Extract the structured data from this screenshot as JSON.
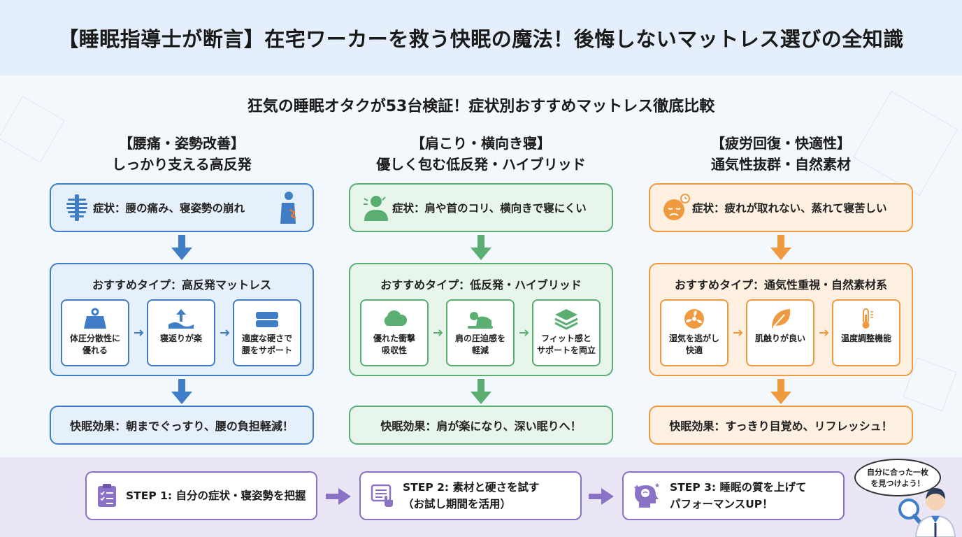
{
  "title": "【睡眠指導士が断言】在宅ワーカーを救う快眠の魔法！後悔しないマットレス選びの全知識",
  "subtitle": "狂気の睡眠オタクが53台検証！症状別おすすめマットレス徹底比較",
  "colors": {
    "blue": "#3f7ec6",
    "green": "#5aae72",
    "orange": "#ef9a3e",
    "purple": "#8a72c7"
  },
  "columns": [
    {
      "title_line1": "【腰痛・姿勢改善】",
      "title_line2": "しっかり支える高反発",
      "symptom": "症状：腰の痛み、寝姿勢の崩れ",
      "symptom_icons": [
        "spine-icon",
        "back-pain-person-icon"
      ],
      "recommend": "おすすめタイプ：高反発マットレス",
      "features": [
        {
          "icon": "weight-icon",
          "text": "体圧分散性に\n優れる"
        },
        {
          "icon": "turn-over-icon",
          "text": "寝返りが楽"
        },
        {
          "icon": "mattress-icon",
          "text": "適度な硬さで\n腰をサポート"
        }
      ],
      "effect": "快眠効果：朝までぐっすり、腰の負担軽減！"
    },
    {
      "title_line1": "【肩こり・横向き寝】",
      "title_line2": "優しく包む低反発・ハイブリッド",
      "symptom": "症状：肩や首のコリ、横向きで寝にくい",
      "symptom_icons": [
        "stiff-shoulder-person-icon"
      ],
      "recommend": "おすすめタイプ：低反発・ハイブリッド",
      "features": [
        {
          "icon": "cloud-icon",
          "text": "優れた衝撃\n吸収性"
        },
        {
          "icon": "side-sleeper-icon",
          "text": "肩の圧迫感を\n軽減"
        },
        {
          "icon": "layers-icon",
          "text": "フィット感と\nサポートを両立"
        }
      ],
      "effect": "快眠効果：肩が楽になり、深い眠りへ！"
    },
    {
      "title_line1": "【疲労回復・快適性】",
      "title_line2": "通気性抜群・自然素材",
      "symptom": "症状：疲れが取れない、蒸れて寝苦しい",
      "symptom_icons": [
        "tired-face-clock-icon"
      ],
      "recommend": "おすすめタイプ：通気性重視・自然素材系",
      "features": [
        {
          "icon": "fan-icon",
          "text": "湿気を逃がし\n快適"
        },
        {
          "icon": "leaf-icon",
          "text": "肌触りが良い"
        },
        {
          "icon": "thermometer-icon",
          "text": "温度調整機能"
        }
      ],
      "effect": "快眠効果：すっきり目覚め、リフレッシュ！"
    }
  ],
  "steps": [
    {
      "icon": "checklist-icon",
      "text": "STEP 1: 自分の症状・寝姿勢を把握"
    },
    {
      "icon": "touch-test-icon",
      "text": "STEP 2: 素材と硬さを試す\n（お試し期間を活用）"
    },
    {
      "icon": "brain-stars-icon",
      "text": "STEP 3: 睡眠の質を上げて\nパフォーマンスUP！"
    }
  ],
  "bubble": "自分に合った一枚\nを見つけよう！"
}
